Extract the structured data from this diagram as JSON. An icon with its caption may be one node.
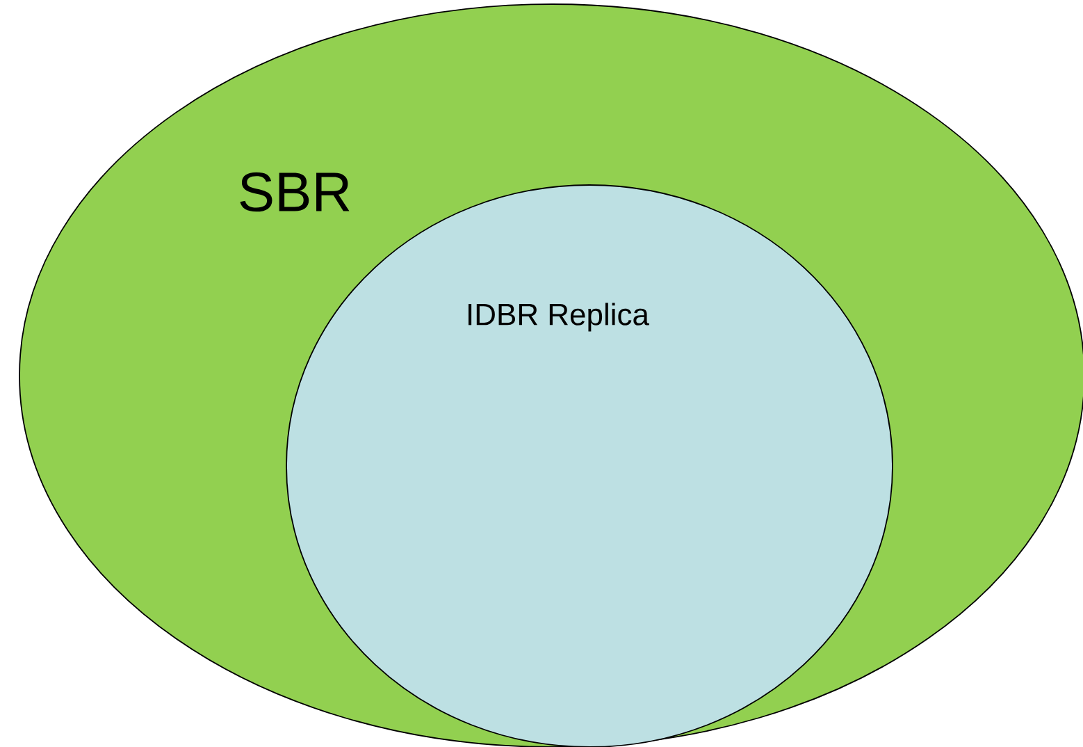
{
  "diagram": {
    "nodes": [
      {
        "text": [
          "SBR"
        ]
      },
      {
        "text": [
          "IDBR Replica"
        ],
        "in": 0
      }
    ]
  }
}
